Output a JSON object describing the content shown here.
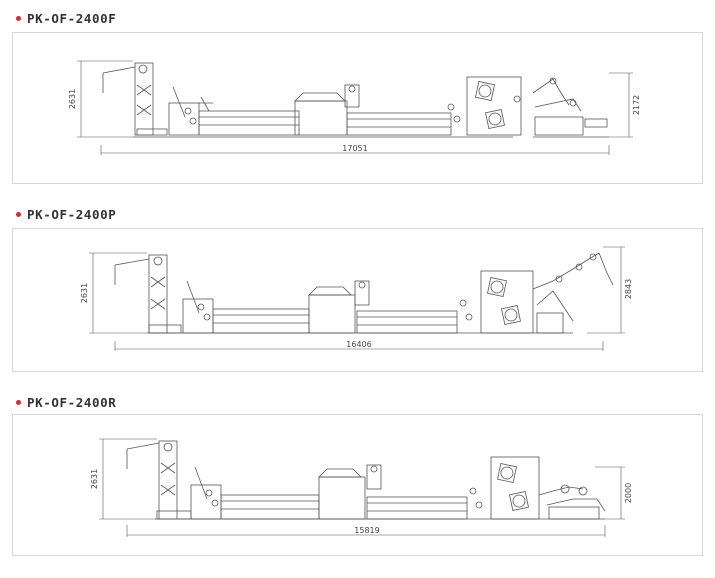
{
  "colors": {
    "bullet": "#e0262f",
    "line": "#555555",
    "frame_border": "#d6d6d6"
  },
  "machines": [
    {
      "model": "PK-OF-2400F",
      "height_label": "2631",
      "length_label": "17051",
      "right_height_label": "2172"
    },
    {
      "model": "PK-OF-2400P",
      "height_label": "2631",
      "length_label": "16406",
      "right_height_label": "2843"
    },
    {
      "model": "PK-OF-2400R",
      "height_label": "2631",
      "length_label": "15819",
      "right_height_label": "2000"
    }
  ]
}
